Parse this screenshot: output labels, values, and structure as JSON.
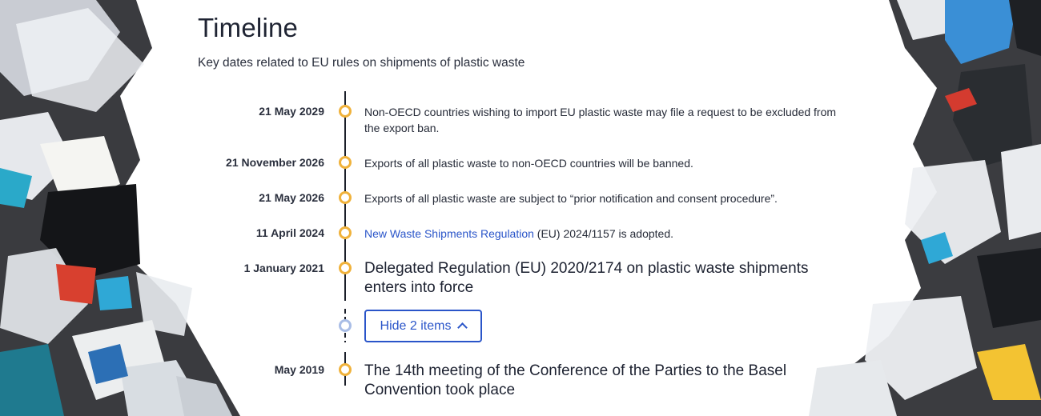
{
  "timeline": {
    "title": "Timeline",
    "subtitle": "Key dates related to EU rules on shipments of plastic waste",
    "entries": [
      {
        "date": "21 May 2029",
        "text": "Non-OECD countries wishing to import EU plastic waste may file a request to be excluded from the export ban."
      },
      {
        "date": "21 November 2026",
        "text": "Exports of all plastic waste to non-OECD countries will be banned."
      },
      {
        "date": "21 May 2026",
        "text": "Exports of all plastic waste are subject to “prior notification and consent procedure”."
      },
      {
        "date": "11 April 2024",
        "link_text": "New Waste Shipments Regulation",
        "text_after": " (EU) 2024/1157 is adopted."
      },
      {
        "date": "1 January 2021",
        "text": "Delegated Regulation (EU) 2020/2174 on plastic waste shipments enters into force"
      },
      {
        "date": "May 2019",
        "text": "The 14th meeting of the Conference of the Parties to the Basel Convention took place"
      }
    ],
    "toggle_label": "Hide 2 items"
  },
  "colors": {
    "accent": "#2a55c9",
    "dot": "#f0b23b",
    "text": "#262b38"
  },
  "icons": {
    "toggle": "chevron-up-icon"
  }
}
